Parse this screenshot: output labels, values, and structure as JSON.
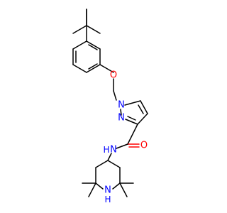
{
  "molecule": {
    "atoms": {
      "ether_o": "O",
      "pyrazole_n1": "N",
      "pyrazole_n2": "N",
      "amide_o": "O",
      "amide_nh_n": "N",
      "amide_nh_h": "H",
      "piperidine_n": "N",
      "piperidine_h": "H"
    }
  },
  "colors": {
    "bond": "#000000",
    "nitrogen": "#0000ff",
    "oxygen": "#ff0000",
    "background": "#ffffff"
  }
}
